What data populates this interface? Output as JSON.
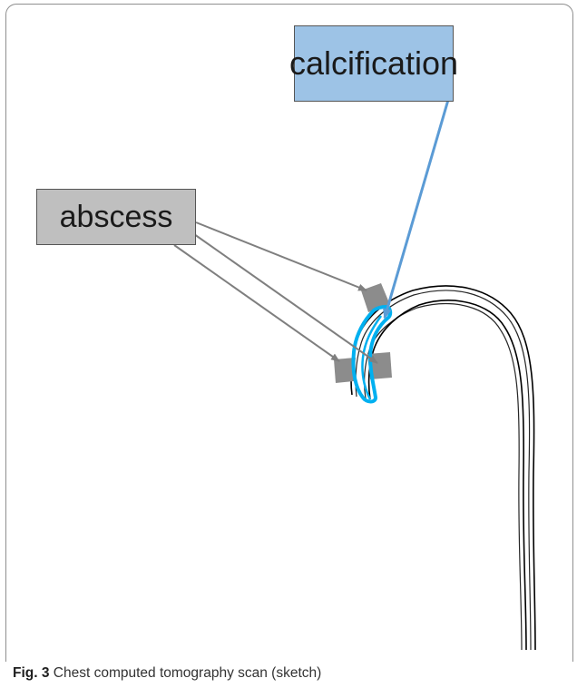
{
  "labels": {
    "calcification": "calcification",
    "abscess": "abscess"
  },
  "caption": {
    "figure_number": "Fig. 3",
    "text": "Chest computed tomography scan (sketch)"
  },
  "colors": {
    "calcification_box": "#9dc3e6",
    "abscess_box": "#bfbfbf",
    "calcification_stroke": "#00b0f0",
    "calcification_arrow": "#5b9bd5",
    "abscess_arrow": "#7f7f7f",
    "abscess_patch": "#8c8c8c",
    "outline": "#000000"
  }
}
